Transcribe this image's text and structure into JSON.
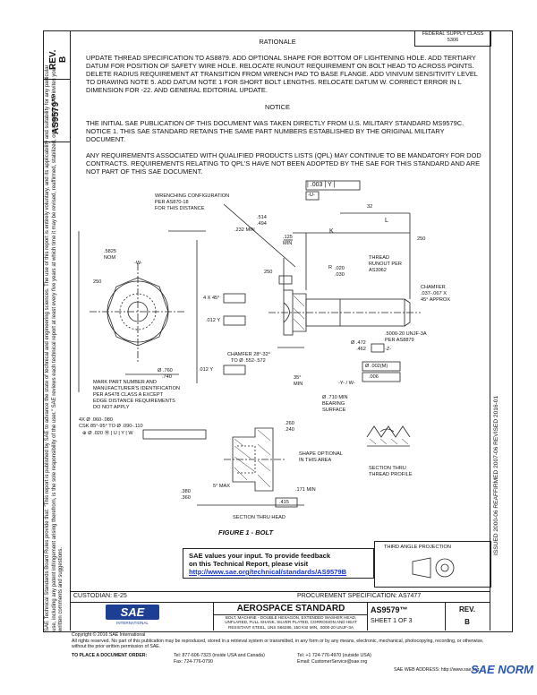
{
  "side": {
    "rev_label": "REV.",
    "rev_value": "B",
    "doc_number": "AS9579™",
    "legal": "SAE Technical Standards Board Rules provide that: \"This report is published by SAE to advance the state of technical and engineering sciences. The use of this report is entirely voluntary, and its applicability and suitability for any particular use, including any patent infringement arising therefrom, is the sole responsibility of the user.\" SAE reviews each technical report at least every five years at which time it may be revised, reaffirmed, stabilized, or cancelled. SAE invites your written comments and suggestions.",
    "dates": "ISSUED 2000-06     REAFFIRMED 2007-06     REVISED 2016-01"
  },
  "header": {
    "fed_supply_line1": "FEDERAL SUPPLY CLASS",
    "fed_supply_line2": "5306"
  },
  "rationale": {
    "title": "RATIONALE",
    "body": "UPDATE THREAD SPECIFICATION TO AS8879. ADD OPTIONAL SHAPE FOR BOTTOM OF LIGHTENING HOLE. ADD TERTIARY DATUM FOR POSITION OF SAFETY WIRE HOLE. RELOCATE RUNOUT REQUIREMENT ON BOLT HEAD TO ACROSS POINTS. DELETE RADIUS REQUIREMENT AT TRANSITION FROM WRENCH PAD TO BASE FLANGE. ADD VINIVUM SENSITIVITY LEVEL TO DRAWING NOTE 5. ADD DATUM NOTE 1 FOR SHORT BOLT LENGTHS. RELOCATE DATUM W. CORRECT ERROR IN L DIMENSION FOR -22. AND GENERAL EDITORIAL UPDATE."
  },
  "notice": {
    "title": "NOTICE",
    "para1": "THE INITIAL SAE PUBLICATION OF THIS DOCUMENT WAS TAKEN DIRECTLY FROM U.S. MILITARY STANDARD MS9579C. NOTICE 1. THIS SAE STANDARD RETAINS THE SAME PART NUMBERS ESTABLISHED BY THE ORIGINAL MILITARY DOCUMENT.",
    "para2": "ANY REQUIREMENTS ASSOCIATED WITH QUALIFIED PRODUCTS LISTS (QPL) MAY CONTINUE TO BE MANDATORY FOR DOD CONTRACTS. REQUIREMENTS RELATING TO QPL'S HAVE NOT BEEN ADOPTED BY THE SAE FOR THIS STANDARD AND ARE NOT PART OF THIS SAE DOCUMENT."
  },
  "drawing": {
    "fcf_top": "| .003 | Y |",
    "datum_u": "-U-",
    "wrenching1": "WRENCHING CONFIGURATION",
    "wrenching2": "PER AS870-18",
    "wrenching3": "FOR THIS DISTANCE",
    "dim_514": ".514",
    "dim_494": ".494",
    "dim_232": ".232 MIN",
    "dim_125": ".125",
    "dim_125b": "MIN",
    "dim_k": "K",
    "dim_l": "L",
    "finish_32": "32",
    "finish_250a": "250",
    "finish_250b": "250",
    "finish_250c": "250",
    "dim_5825": ".5825",
    "dim_nom": "NOM",
    "datum_w": "-W-",
    "r_label": "R",
    "r_020": ".020",
    "r_030": ".030",
    "thread1": "THREAD",
    "thread2": "RUNOUT PER",
    "thread3": "AS3062",
    "chamfer1": "CHAMFER",
    "chamfer2": ".037-.067 X",
    "chamfer3": "45° APPROX",
    "dim_4x45": "4 X 45°",
    "fcf_012a": ".012 Y",
    "fcf_012b": ".012 Y",
    "dim_760": "Ø .760",
    "dim_740": ".740",
    "unjf1": ".5000-20 UNJF-3A",
    "unjf2": "PER AS8879",
    "dim_472": "Ø .472",
    "dim_462": ".462",
    "datum_z": "-Z-",
    "chamfer_b1": "CHAMFER 28°-32°",
    "chamfer_b2": "TO Ø .552-.572",
    "fcf_002": "Ø .002(M)",
    "fcf_006": ".006",
    "datum_yw": "-Y- / W-",
    "deg35": "35°",
    "deg35b": "MIN",
    "bearing1": "Ø .710 MIN",
    "bearing2": "BEARING",
    "bearing3": "SURFACE",
    "mark1": "MARK PART NUMBER AND",
    "mark2": "MANUFACTURER'S IDENTIFICATION",
    "mark3": "PER AS478 CLASS A EXCEPT",
    "mark4": "EDGE DISTANCE REQUIREMENTS",
    "mark5": "DO NOT APPLY",
    "hole1": "4X Ø .060-.080",
    "hole2": "CSK 85°-95° TO Ø .090-.110",
    "hole_fcf": "⊕ Ø .020 Ⓜ | U | Y | W",
    "dim_260": ".260",
    "dim_240": ".240",
    "shape1": "SHAPE OPTIONAL",
    "shape2": "IN THIS AREA",
    "dim_5max": "5° MAX",
    "dim_380": ".380",
    "dim_360": ".360",
    "dim_171": ".171 MIN",
    "dim_415": ".415",
    "thread_head": "SECTION THRU HEAD",
    "section1": "SECTION THRU",
    "section2": "THREAD PROFILE",
    "figure_caption": "FIGURE 1 - BOLT",
    "projection": "THIRD ANGLE PROJECTION"
  },
  "feedback": {
    "line1": "SAE values your input. To provide feedback",
    "line2": "on this Technical Report, please visit",
    "link": "http://www.sae.org/technical/standards/AS9579B"
  },
  "titleblock": {
    "custodian": "CUSTODIAN: E-25",
    "procurement": "PROCUREMENT SPECIFICATION: AS7477",
    "standard": "AEROSPACE STANDARD",
    "description": "BOLT, MACHINE - DOUBLE HEXAGON, EXTENDED WASHER HEAD, UNFLARED, FULL SHANK, SILVER PLATED, CORROSION AND HEAT RESISTANT STEEL, UNS S66286, 150 KSI MIN, .5000-20 UNJF-3A",
    "number": "AS9579™",
    "sheet": "SHEET 1 OF 3",
    "rev_label": "REV.",
    "rev_value": "B",
    "logo_text": "SAE",
    "logo_sub": "INTERNATIONAL"
  },
  "footer": {
    "copyright": "Copyright © 2016 SAE International",
    "rights": "All rights reserved. No part of this publication may be reproduced, stored in a retrieval system or transmitted, in any form or by any means, electronic, mechanical, photocopying, recording, or otherwise, without the prior written permission of SAE.",
    "order": "TO PLACE A DOCUMENT ORDER:",
    "tel": "Tel: 877-606-7323 (inside USA and Canada)",
    "tel2": "Tel: +1 724-776-4970 (outside USA)",
    "fax": "Fax: 724-776-0790",
    "email": "Email: CustomerService@sae.org",
    "web": "SAE WEB ADDRESS: http://www.sae.org",
    "watermark": "SAE NORM"
  }
}
